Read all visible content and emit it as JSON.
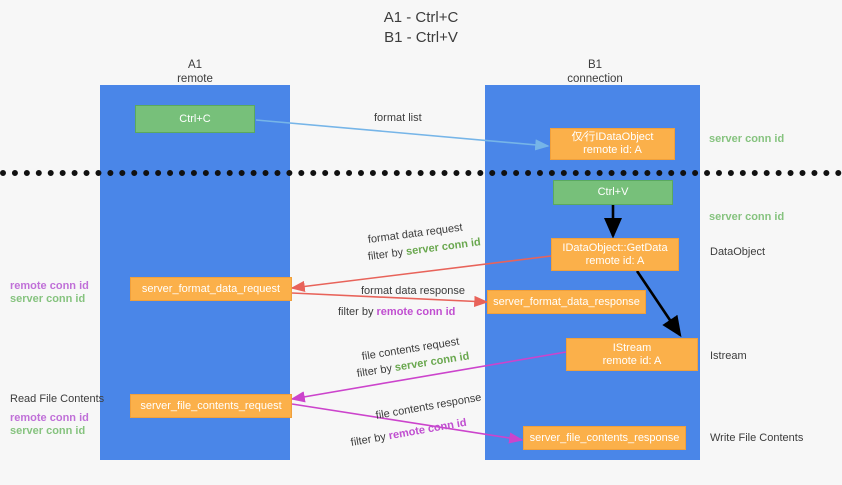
{
  "title": {
    "line1": "A1 - Ctrl+C",
    "line2": "B1 - Ctrl+V"
  },
  "lanes": [
    {
      "id": "a1",
      "name": "A1",
      "sub": "remote"
    },
    {
      "id": "b1",
      "name": "B1",
      "sub": "connection"
    }
  ],
  "nodes": {
    "ctrl_c": {
      "line1": "Ctrl+C",
      "line2": ""
    },
    "idataobject": {
      "line1": "仅⁄行IDataObject",
      "line2": "remote id: A"
    },
    "ctrl_v": {
      "line1": "Ctrl+V",
      "line2": ""
    },
    "getdata": {
      "line1": "IDataObject::GetData",
      "line2": "remote id: A"
    },
    "istream": {
      "line1": "IStream",
      "line2": "remote id: A"
    },
    "fmt_data_request": {
      "line1": "server_format_data_request",
      "line2": ""
    },
    "fmt_data_response": {
      "line1": "server_format_data_response",
      "line2": ""
    },
    "file_request": {
      "line1": "server_file_contents_request",
      "line2": ""
    },
    "file_response": {
      "line1": "server_file_contents_response",
      "line2": ""
    }
  },
  "edge_labels": {
    "format_list": "format list",
    "fmt_req_l1": "format data request",
    "fmt_req_l2_prefix": "filter by ",
    "fmt_req_l2_key": "server conn id",
    "fmt_resp_l1": "format data response",
    "fmt_resp_l2_prefix": "filter by ",
    "fmt_resp_l2_key": "remote conn id",
    "file_req_l1": "file contents request",
    "file_req_l2_prefix": "filter by ",
    "file_req_l2_key": "server conn id",
    "file_resp_l1": "file contents response",
    "file_resp_l2_prefix": "filter by ",
    "file_resp_l2_key": "remote conn id"
  },
  "side_labels": {
    "right_server_conn_1": "server conn id",
    "right_server_conn_2": "server conn id",
    "right_dataobject": "DataObject",
    "right_istream": "Istream",
    "right_write_file": "Write File Contents",
    "left_remote_conn_1": "remote conn id",
    "left_server_conn_1": "server conn id",
    "left_read_file": "Read File Contents",
    "left_remote_conn_2": "remote conn id",
    "left_server_conn_2": "server conn id"
  },
  "colors": {
    "lane": "#4a86e8",
    "green_box": "#77c07a",
    "orange_box": "#fbb04a",
    "green_text": "#6aa84f",
    "magenta_text": "#c04fd0",
    "blue_arrow": "#76b5e8",
    "red_arrow": "#e8635a",
    "magenta_arrow": "#cc44cc",
    "black_arrow": "#000000",
    "background": "#f7f7f7"
  }
}
